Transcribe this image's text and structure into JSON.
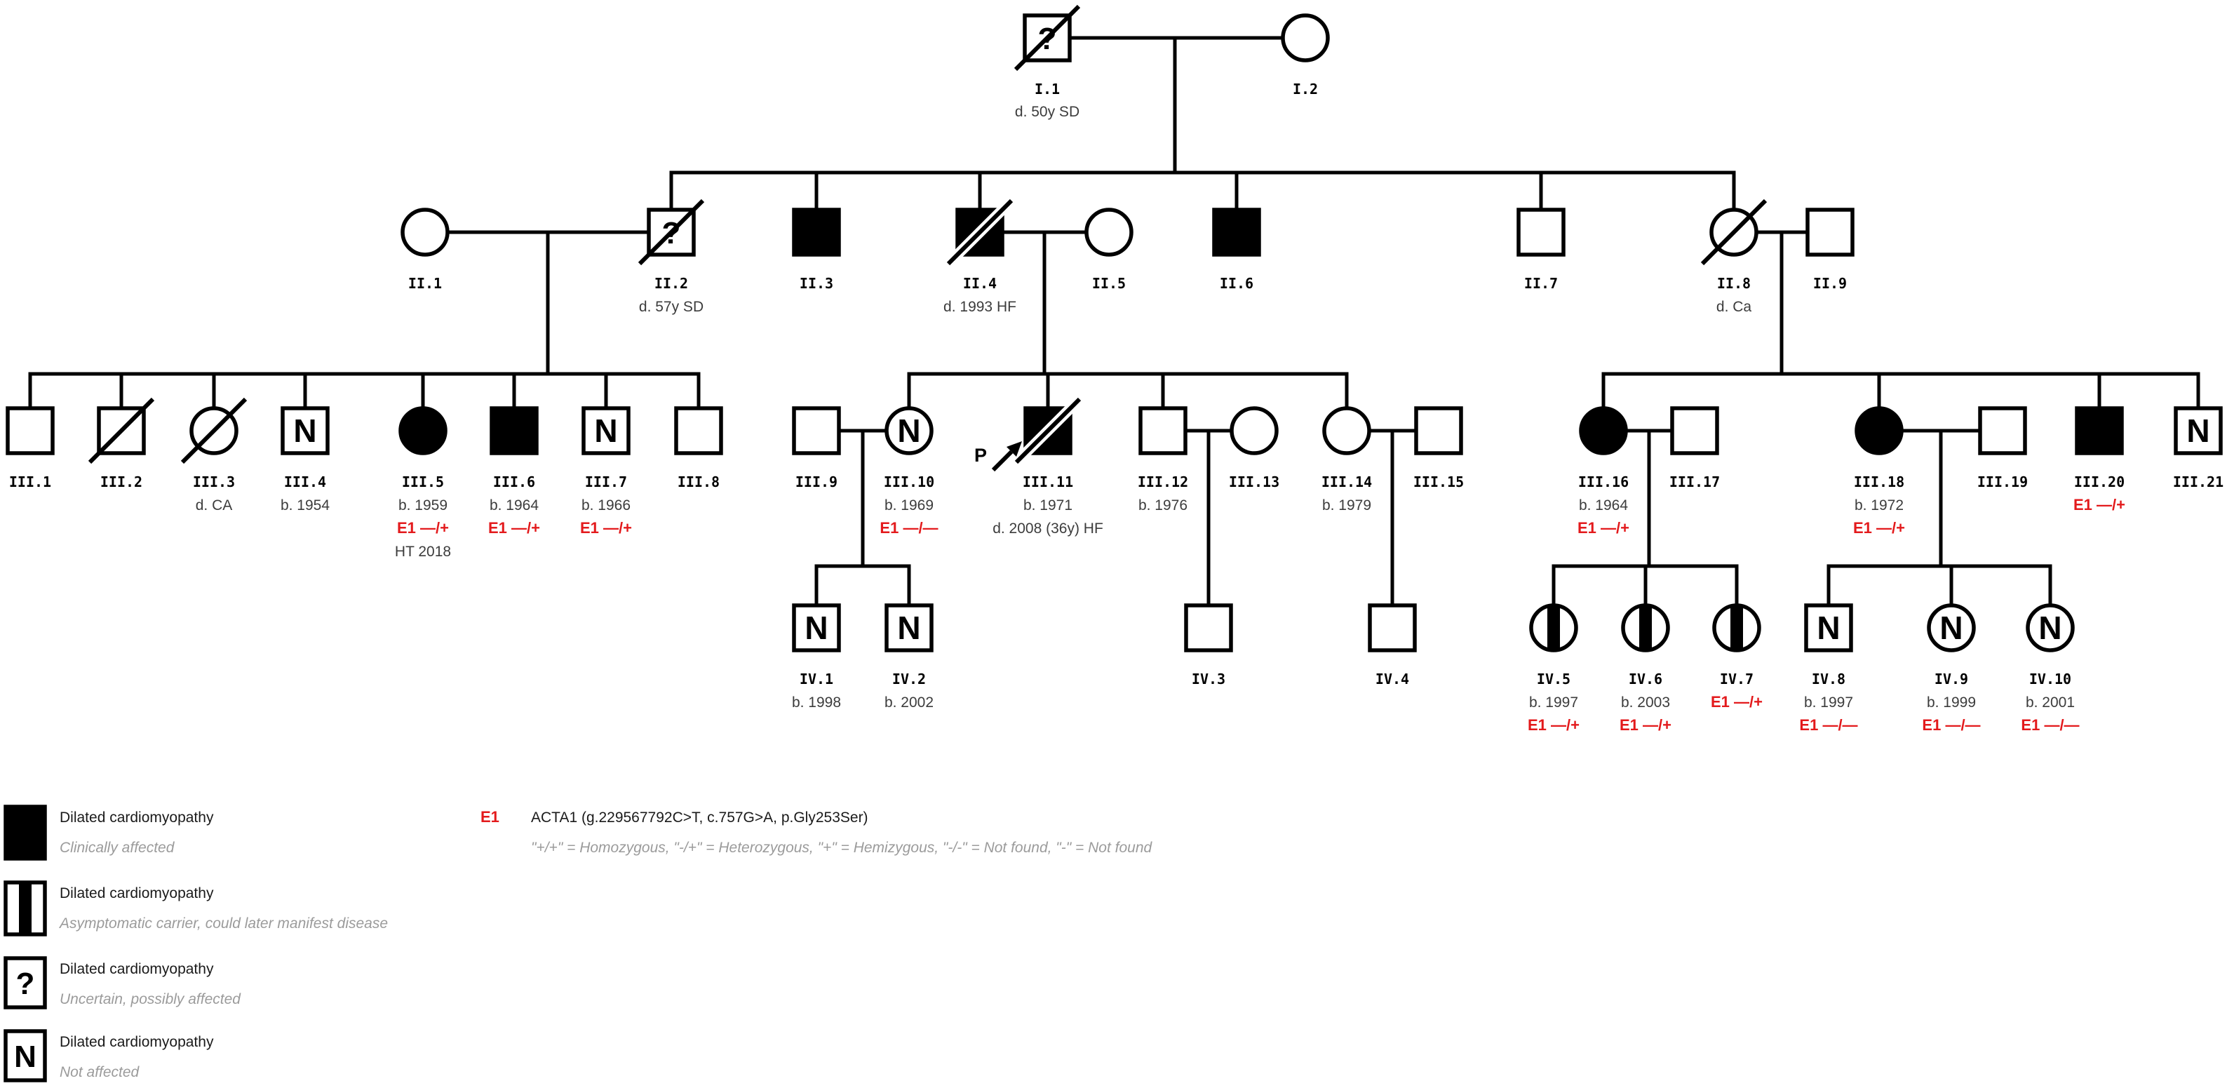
{
  "colors": {
    "black": "#000000",
    "genotype_red": "#e31a1c",
    "note_gray": "#3c3c3c",
    "muted_gray": "#9b9b9b"
  },
  "glyphs": {
    "not_affected": "N",
    "uncertain": "?",
    "proband": "P"
  },
  "individuals": {
    "I1": {
      "label": "I.1",
      "n1": "d. 50y SD"
    },
    "I2": {
      "label": "I.2"
    },
    "II1": {
      "label": "II.1"
    },
    "II2": {
      "label": "II.2",
      "n1": "d. 57y SD"
    },
    "II3": {
      "label": "II.3"
    },
    "II4": {
      "label": "II.4",
      "n1": "d. 1993 HF"
    },
    "II5": {
      "label": "II.5"
    },
    "II6": {
      "label": "II.6"
    },
    "II7": {
      "label": "II.7"
    },
    "II8": {
      "label": "II.8",
      "n1": "d. Ca"
    },
    "II9": {
      "label": "II.9"
    },
    "III1": {
      "label": "III.1"
    },
    "III2": {
      "label": "III.2"
    },
    "III3": {
      "label": "III.3",
      "n1": "d. CA"
    },
    "III4": {
      "label": "III.4",
      "n1": "b. 1954"
    },
    "III5": {
      "label": "III.5",
      "n1": "b. 1959",
      "g": "E1 —/+",
      "n2": "HT 2018"
    },
    "III6": {
      "label": "III.6",
      "n1": "b. 1964",
      "g": "E1 —/+"
    },
    "III7": {
      "label": "III.7",
      "n1": "b. 1966",
      "g": "E1 —/+"
    },
    "III8": {
      "label": "III.8"
    },
    "III9": {
      "label": "III.9"
    },
    "III10": {
      "label": "III.10",
      "n1": "b. 1969",
      "g": "E1 —/—"
    },
    "III11": {
      "label": "III.11",
      "n1": "b. 1971",
      "n2": "d. 2008 (36y) HF"
    },
    "III12": {
      "label": "III.12",
      "n1": "b. 1976"
    },
    "III13": {
      "label": "III.13"
    },
    "III14": {
      "label": "III.14",
      "n1": "b. 1979"
    },
    "III15": {
      "label": "III.15"
    },
    "III16": {
      "label": "III.16",
      "n1": "b. 1964",
      "g": "E1 —/+"
    },
    "III17": {
      "label": "III.17"
    },
    "III18": {
      "label": "III.18",
      "n1": "b. 1972",
      "g": "E1 —/+"
    },
    "III19": {
      "label": "III.19"
    },
    "III20": {
      "label": "III.20",
      "g": "E1 —/+"
    },
    "III21": {
      "label": "III.21"
    },
    "IV1": {
      "label": "IV.1",
      "n1": "b. 1998"
    },
    "IV2": {
      "label": "IV.2",
      "n1": "b. 2002"
    },
    "IV3": {
      "label": "IV.3"
    },
    "IV4": {
      "label": "IV.4"
    },
    "IV5": {
      "label": "IV.5",
      "n1": "b. 1997",
      "g": "E1 —/+"
    },
    "IV6": {
      "label": "IV.6",
      "n1": "b. 2003",
      "g": "E1 —/+"
    },
    "IV7": {
      "label": "IV.7",
      "g": "E1 —/+"
    },
    "IV8": {
      "label": "IV.8",
      "n1": "b. 1997",
      "g": "E1 —/—"
    },
    "IV9": {
      "label": "IV.9",
      "n1": "b. 1999",
      "g": "E1 —/—"
    },
    "IV10": {
      "label": "IV.10",
      "n1": "b. 2001",
      "g": "E1 —/—"
    }
  },
  "legend": {
    "items": [
      {
        "title": "Dilated cardiomyopathy",
        "desc": "Clinically affected"
      },
      {
        "title": "Dilated cardiomyopathy",
        "desc": "Asymptomatic carrier, could later manifest disease"
      },
      {
        "title": "Dilated cardiomyopathy",
        "desc": "Uncertain, possibly affected"
      },
      {
        "title": "Dilated cardiomyopathy",
        "desc": "Not affected"
      }
    ],
    "variant": {
      "code": "E1",
      "name": "ACTA1 (g.229567792C>T, c.757G>A, p.Gly253Ser)",
      "key": "\"+/+\" = Homozygous, \"-/+\" = Heterozygous, \"+\" = Hemizygous, \"-/-\" = Not found, \"-\" = Not found"
    }
  }
}
